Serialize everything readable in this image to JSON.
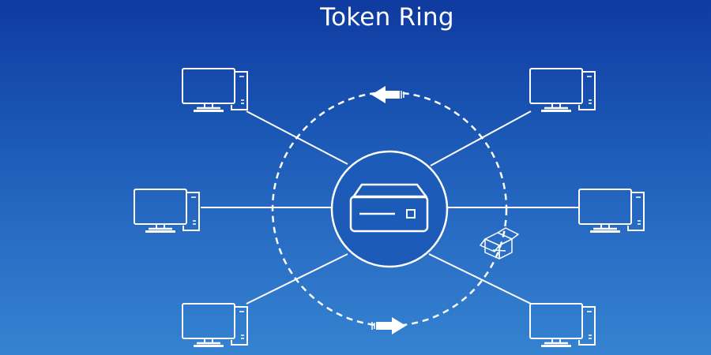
{
  "title": "Token Ring",
  "colors": {
    "background_top": "#0f3aa0",
    "background_bottom": "#3583d0",
    "stroke": "#ffffff"
  },
  "diagram": {
    "hub": {
      "icon": "server-icon"
    },
    "ring": {
      "style": "dashed",
      "token_icon": "open-box-icon"
    },
    "nodes": [
      {
        "id": "top-left",
        "icon": "computer-icon"
      },
      {
        "id": "middle-left",
        "icon": "computer-icon"
      },
      {
        "id": "bottom-left",
        "icon": "computer-icon"
      },
      {
        "id": "top-right",
        "icon": "computer-icon"
      },
      {
        "id": "middle-right",
        "icon": "computer-icon"
      },
      {
        "id": "bottom-right",
        "icon": "computer-icon"
      }
    ],
    "arrows": [
      {
        "id": "top",
        "direction": "left"
      },
      {
        "id": "bottom",
        "direction": "right"
      }
    ]
  }
}
